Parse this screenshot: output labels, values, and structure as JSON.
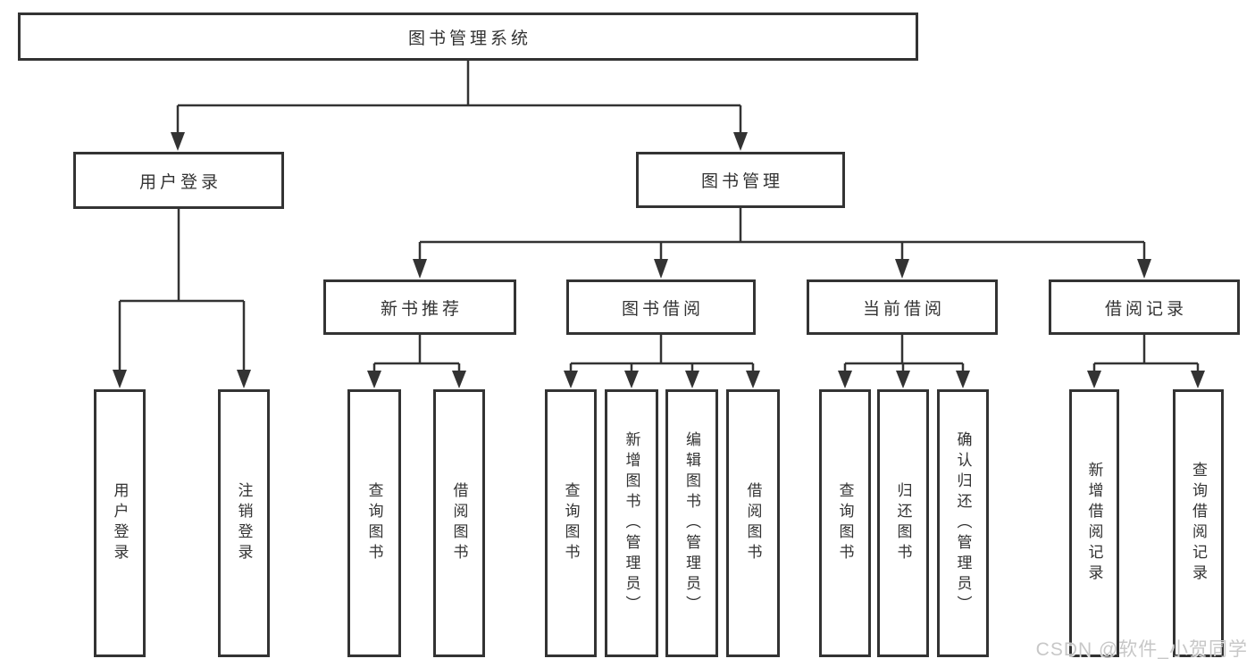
{
  "diagram": {
    "root": {
      "label": "图书管理系统"
    },
    "level2": [
      {
        "label": "用户登录"
      },
      {
        "label": "图书管理"
      }
    ],
    "level3": [
      {
        "label": "新书推荐"
      },
      {
        "label": "图书借阅"
      },
      {
        "label": "当前借阅"
      },
      {
        "label": "借阅记录"
      }
    ],
    "leaves": {
      "user_login": [
        {
          "label": "用户登录"
        },
        {
          "label": "注销登录"
        }
      ],
      "new_book": [
        {
          "label": "查询图书"
        },
        {
          "label": "借阅图书"
        }
      ],
      "book_borrow": [
        {
          "label": "查询图书"
        },
        {
          "label": "新增图书（管理员）"
        },
        {
          "label": "编辑图书（管理员）"
        },
        {
          "label": "借阅图书"
        }
      ],
      "current_borrow": [
        {
          "label": "查询图书"
        },
        {
          "label": "归还图书"
        },
        {
          "label": "确认归还（管理员）"
        }
      ],
      "borrow_record": [
        {
          "label": "新增借阅记录"
        },
        {
          "label": "查询借阅记录"
        }
      ]
    }
  },
  "watermark": {
    "text": "CSDN @软件_小贺同学"
  },
  "colors": {
    "line": "#333333",
    "text": "#333333",
    "background": "#ffffff",
    "watermark": "#c7c7c7"
  }
}
